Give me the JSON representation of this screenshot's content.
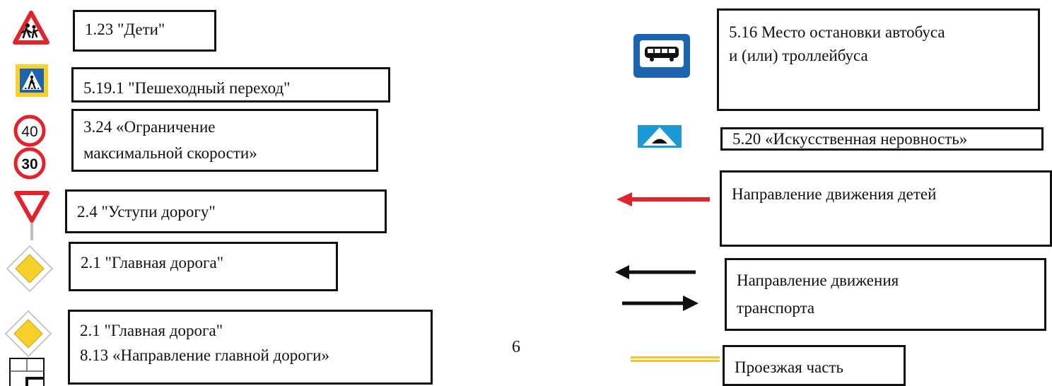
{
  "legend": {
    "left": [
      {
        "id": "children",
        "label": "1.23 \"Дети\""
      },
      {
        "id": "crosswalk",
        "label": "5.19.1 \"Пешеходный переход\""
      },
      {
        "id": "speed",
        "label_line1": "3.24 «Ограничение",
        "label_line2": "максимальной скорости»",
        "speeds": [
          "40",
          "30"
        ]
      },
      {
        "id": "yield",
        "label": "2.4 \"Уступи дорогу\""
      },
      {
        "id": "main-road",
        "label": "2.1 \"Главная дорога\""
      },
      {
        "id": "main-road-direction",
        "label_line1": "2.1 \"Главная дорога\"",
        "label_line2": "8.13 «Направление главной дороги»"
      }
    ],
    "right": [
      {
        "id": "bus-stop",
        "label_line1": "5.16 Место остановки автобуса",
        "label_line2": "и (или) троллейбуса"
      },
      {
        "id": "speed-bump",
        "label": "5.20 «Искусственная неровность»"
      },
      {
        "id": "children-direction",
        "label": "Направление движения детей"
      },
      {
        "id": "transport-direction",
        "label_line1": "Направление движения",
        "label_line2": "транспорта"
      },
      {
        "id": "roadway",
        "label": "Проезжая часть"
      }
    ]
  },
  "page_number": "6",
  "colors": {
    "sign_red": "#e3232c",
    "sign_blue": "#1d64b0",
    "sign_yellow": "#f7d02a",
    "arrow_red": "#e3232c",
    "roadway_yellow": "#f2c230"
  }
}
